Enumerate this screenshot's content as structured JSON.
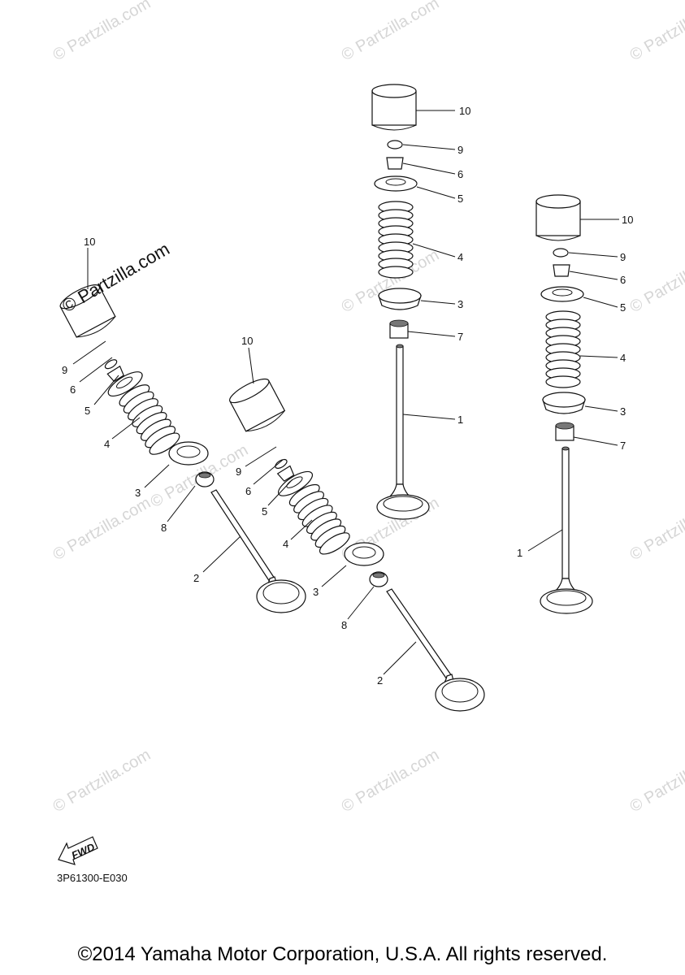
{
  "watermark": "© Partzilla.com",
  "callouts": {
    "a10": "10",
    "a9": "9",
    "a6": "6",
    "a5": "5",
    "a4": "4",
    "a3": "3",
    "a8": "8",
    "a2": "2",
    "b10": "10",
    "b9": "9",
    "b6": "6",
    "b5": "5",
    "b4": "4",
    "b3": "3",
    "b8": "8",
    "b2": "2",
    "c10": "10",
    "c9": "9",
    "c6": "6",
    "c5": "5",
    "c4": "4",
    "c3": "3",
    "c7": "7",
    "c1": "1",
    "d10": "10",
    "d9": "9",
    "d6": "6",
    "d5": "5",
    "d4": "4",
    "d3": "3",
    "d7": "7",
    "d1": "1"
  },
  "fwd_label": "FWD",
  "diagram_code": "3P61300-E030",
  "copyright": "©2014 Yamaha Motor Corporation, U.S.A. All rights reserved."
}
